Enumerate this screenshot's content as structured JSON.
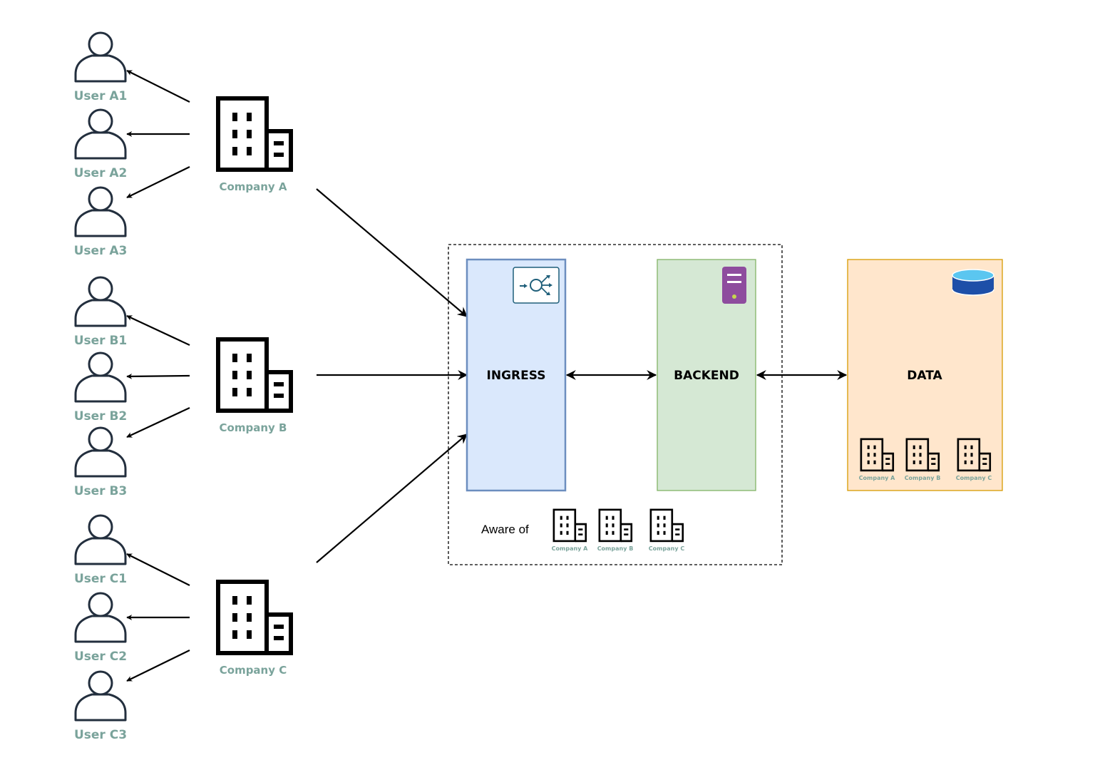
{
  "users": {
    "a1": "User A1",
    "a2": "User A2",
    "a3": "User A3",
    "b1": "User B1",
    "b2": "User B2",
    "b3": "User B3",
    "c1": "User C1",
    "c2": "User C2",
    "c3": "User C3"
  },
  "companies": {
    "a": "Company A",
    "b": "Company B",
    "c": "Company C"
  },
  "ingress": {
    "label": "INGRESS",
    "icon": "load-balancer-icon"
  },
  "backend": {
    "label": "BACKEND",
    "icon": "server-icon"
  },
  "data": {
    "label": "DATA",
    "icon": "database-icon",
    "companies": [
      "Company A",
      "Company B",
      "Company C"
    ]
  },
  "aware": {
    "label": "Aware of",
    "companies": [
      "Company A",
      "Company B",
      "Company C"
    ]
  },
  "colors": {
    "label_teal": "#7aa39b",
    "ingress_fill": "#dae8fc",
    "ingress_stroke": "#6c8ebf",
    "backend_fill": "#d5e8d4",
    "backend_stroke": "#82b366",
    "data_fill": "#ffe6cc",
    "data_stroke": "#d79b00",
    "server_purple": "#8e4c9e",
    "lb_teal": "#1f5f7a"
  }
}
